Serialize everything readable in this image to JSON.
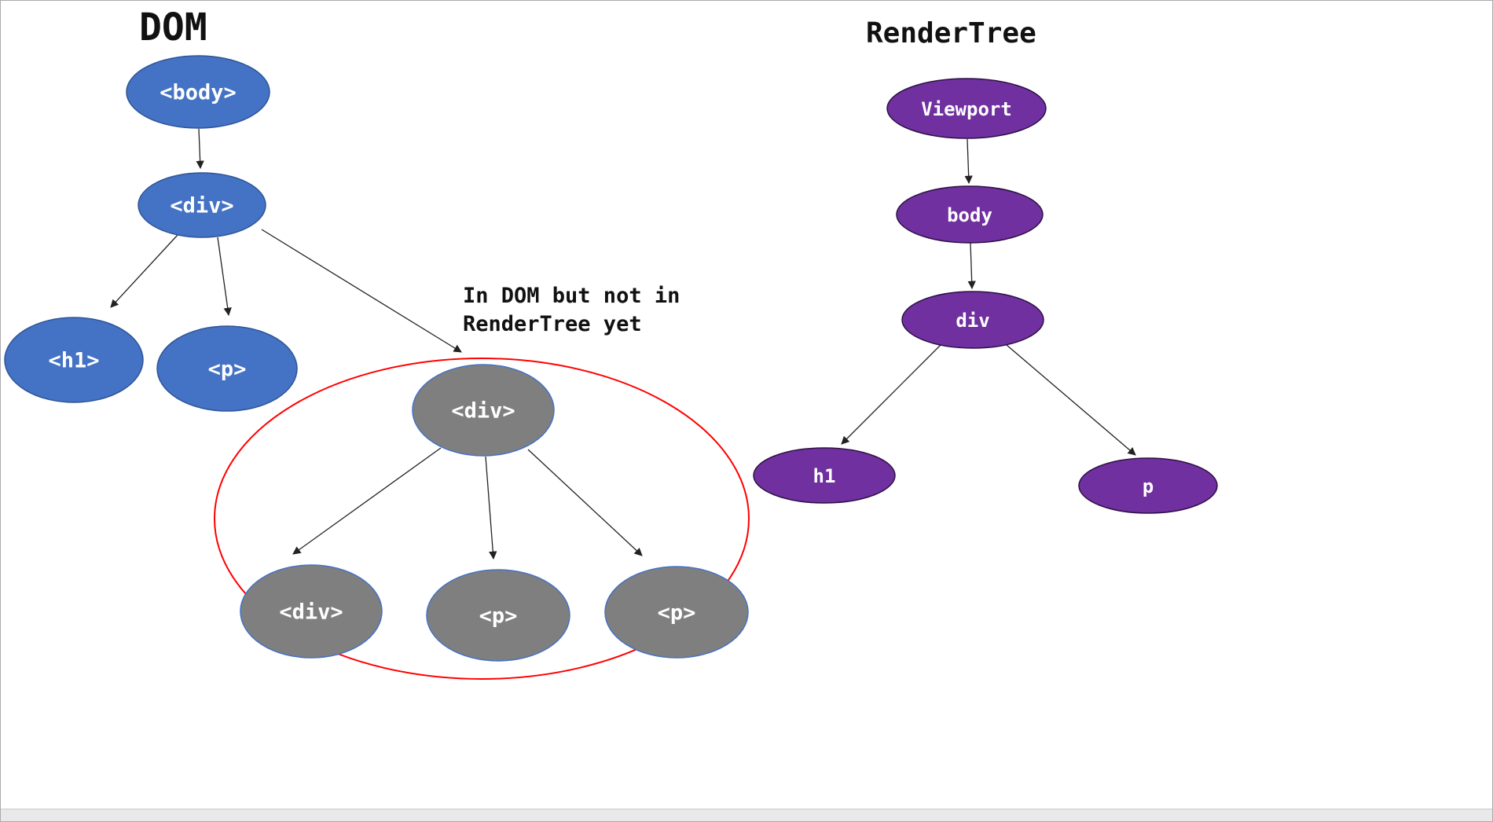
{
  "dom_tree": {
    "title": "DOM",
    "annotation": "In DOM but not in RenderTree yet",
    "nodes": {
      "body": "<body>",
      "div": "<div>",
      "h1": "<h1>",
      "p": "<p>",
      "hidden_div": "<div>",
      "hidden_child_div": "<div>",
      "hidden_child_p1": "<p>",
      "hidden_child_p2": "<p>"
    },
    "edges": [
      [
        "<body>",
        "<div>"
      ],
      [
        "<div>",
        "<h1>"
      ],
      [
        "<div>",
        "<p>"
      ],
      [
        "<div>",
        "<div> (hidden)"
      ],
      [
        "<div> (hidden)",
        "<div>"
      ],
      [
        "<div> (hidden)",
        "<p>"
      ],
      [
        "<div> (hidden)",
        "<p>"
      ]
    ]
  },
  "render_tree": {
    "title": "RenderTree",
    "nodes": {
      "viewport": "Viewport",
      "body": "body",
      "div": "div",
      "h1": "h1",
      "p": "p"
    },
    "edges": [
      [
        "Viewport",
        "body"
      ],
      [
        "body",
        "div"
      ],
      [
        "div",
        "h1"
      ],
      [
        "div",
        "p"
      ]
    ]
  },
  "colors": {
    "dom_node": "#4472C4",
    "hidden_node": "#7F7F7F",
    "render_node": "#7030A0",
    "highlight": "#FF0000"
  }
}
